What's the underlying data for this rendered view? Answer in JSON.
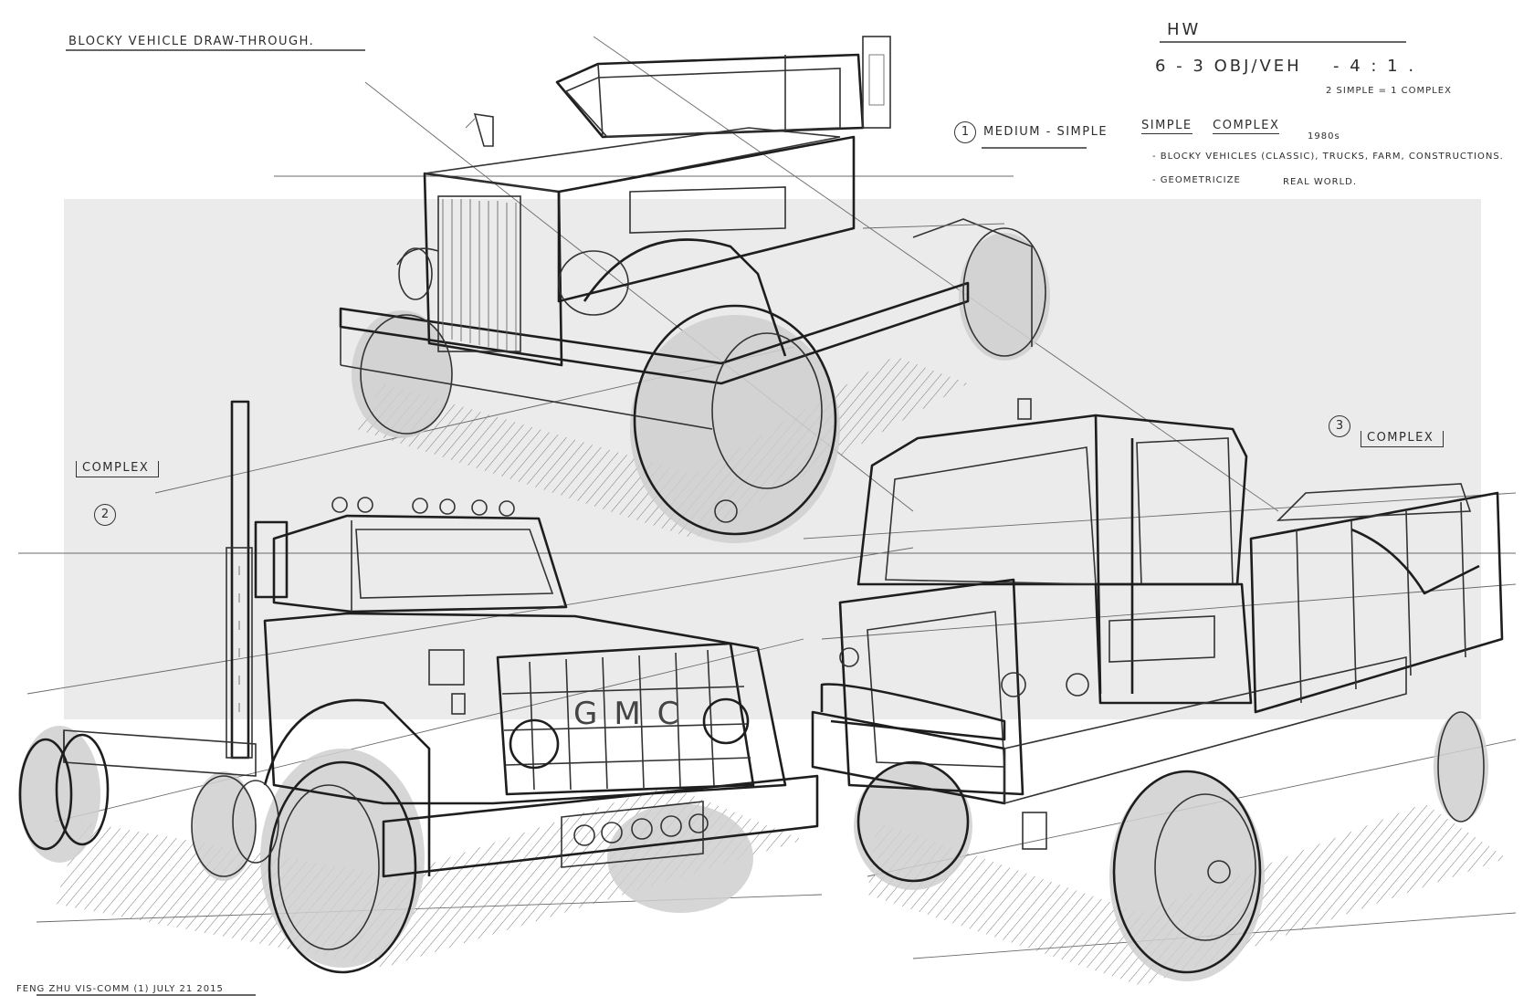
{
  "title": "BLOCKY VEHICLE DRAW-THROUGH.",
  "notes": {
    "hw": "HW",
    "obj_line": "6 - 3 OBJ/VEH",
    "ratio": "- 4 : 1 .",
    "simple_complex_rule": "2 SIMPLE = 1 COMPLEX",
    "simple": "SIMPLE",
    "complex": "COMPLEX",
    "era": "1980s",
    "bullet1": "- BLOCKY VEHICLES (CLASSIC), TRUCKS, FARM, CONSTRUCTIONS.",
    "bullet2": "- GEOMETRICIZE",
    "real_world": "REAL WORLD."
  },
  "labels": {
    "one_num": "1",
    "one_text": "MEDIUM - SIMPLE",
    "two_num": "2",
    "two_text": "COMPLEX",
    "three_num": "3",
    "three_text": "COMPLEX",
    "grille_letters": "GMC"
  },
  "signature": "FENG ZHU  VIS-COMM (1)  JULY 21 2015",
  "colors": {
    "panel": "#ebebeb",
    "ink": "#1e1e1e",
    "shade": "#cfcfcf"
  }
}
